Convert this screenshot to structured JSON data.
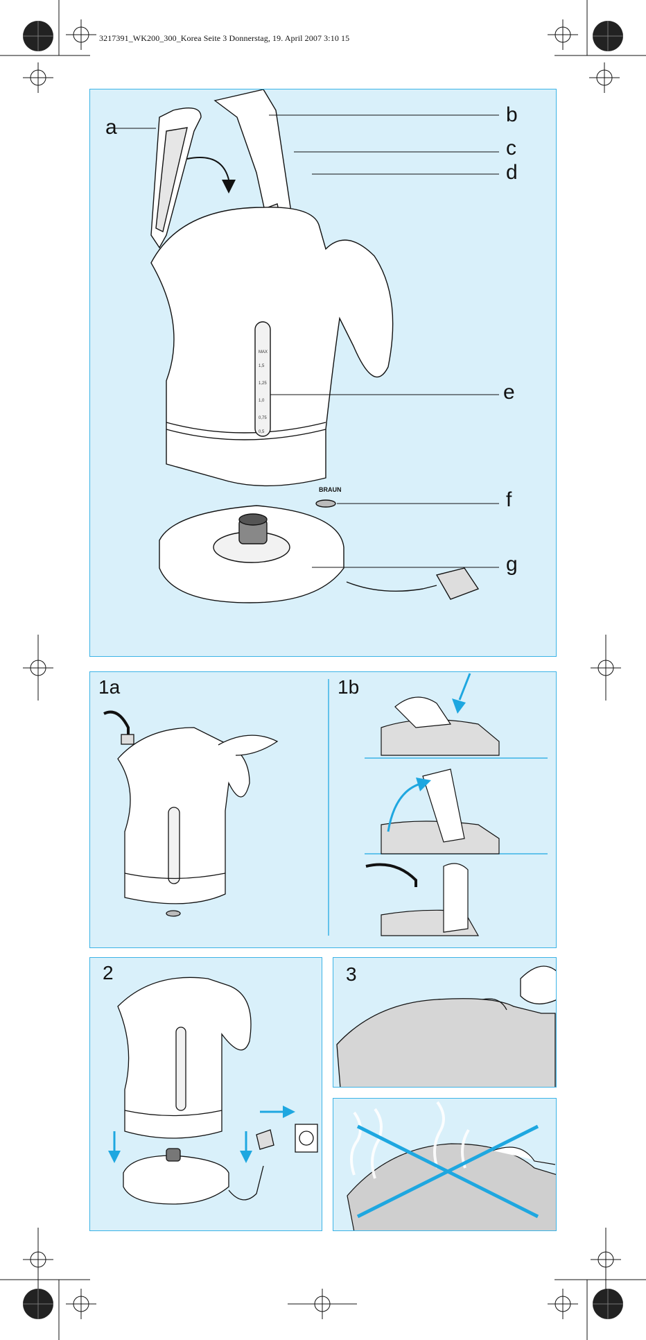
{
  "header": {
    "print_slug": "3217391_WK200_300_Korea  Seite 3  Donnerstag, 19. April 2007  3:10 15"
  },
  "overview": {
    "parts": [
      {
        "letter": "a"
      },
      {
        "letter": "b"
      },
      {
        "letter": "c"
      },
      {
        "letter": "d"
      },
      {
        "letter": "e"
      },
      {
        "letter": "f"
      },
      {
        "letter": "g"
      }
    ],
    "brand": "BRAUN",
    "gauge_marks": [
      "MAX",
      "1,5",
      "1,25",
      "1,0",
      "0,75",
      "0,5"
    ]
  },
  "steps": {
    "s1a": "1a",
    "s1b": "1b",
    "s2": "2",
    "s3": "3"
  },
  "colors": {
    "panel_bg": "#d9f0fa",
    "panel_border": "#3bb3e6",
    "arrow": "#1ea7e0",
    "line": "#111111"
  }
}
